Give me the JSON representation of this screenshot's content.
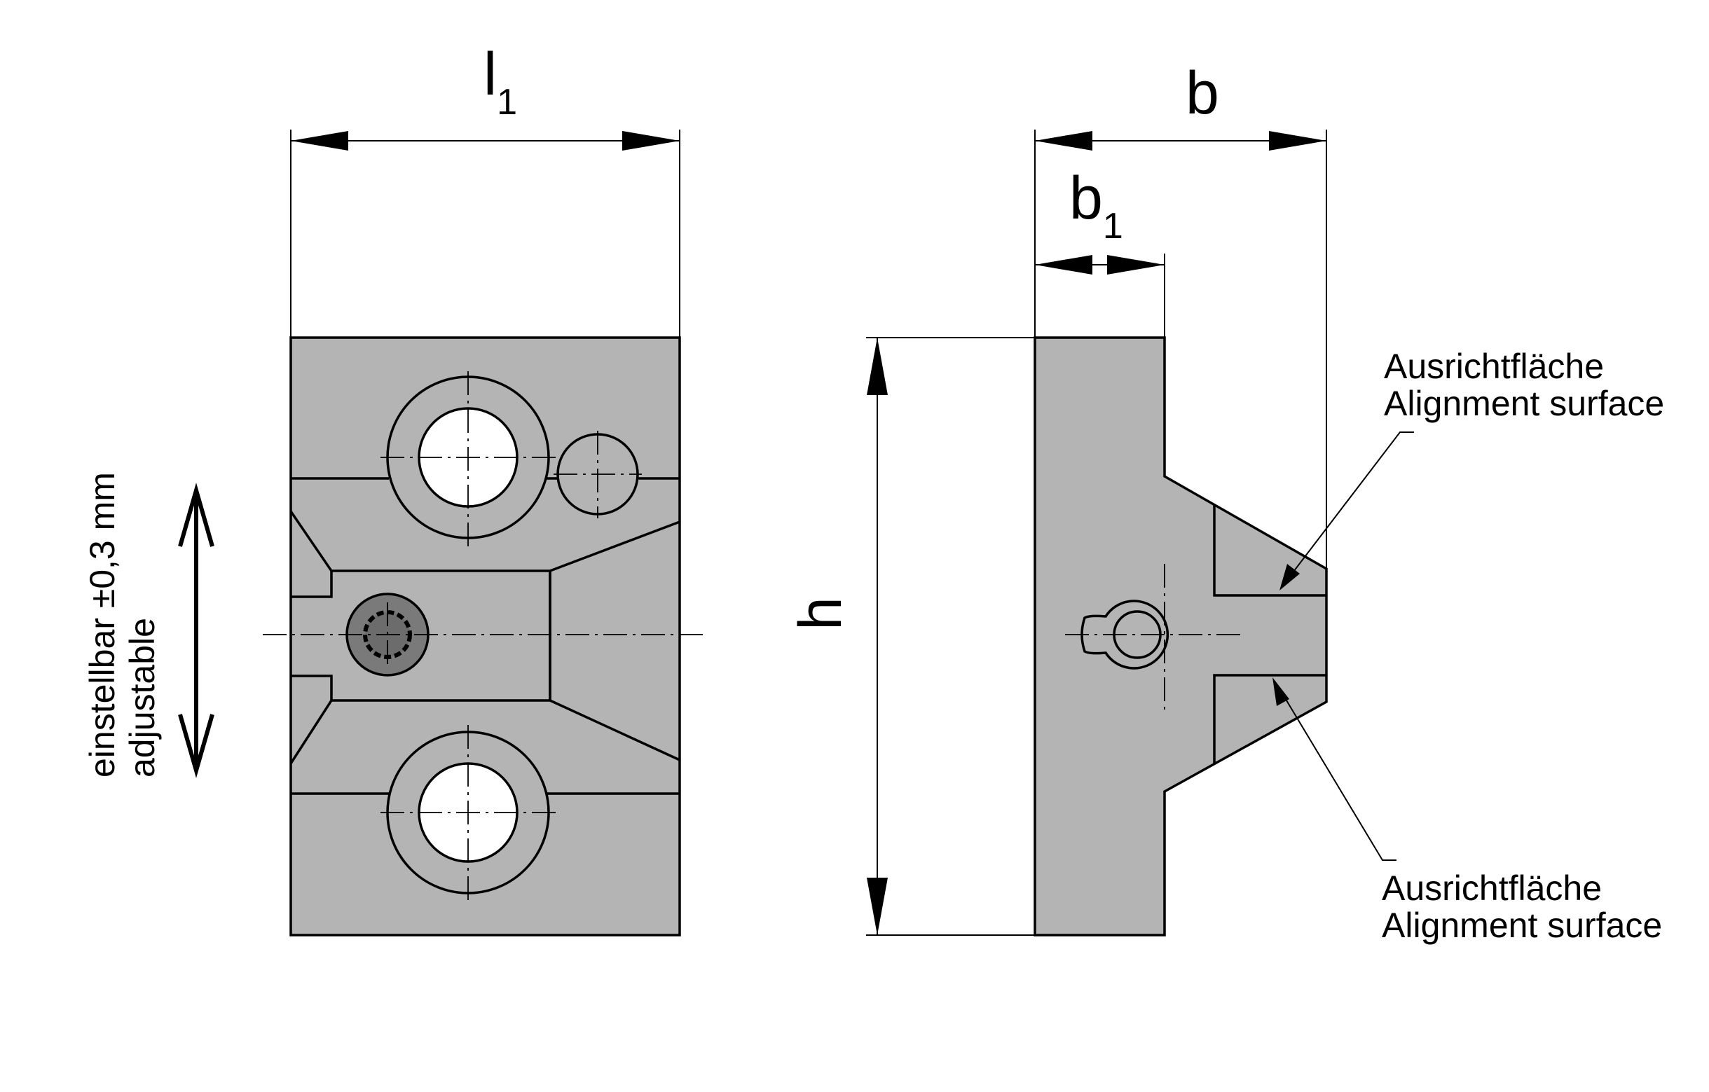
{
  "dimensions": {
    "l1": {
      "symbol": "l",
      "subscript": "1"
    },
    "b": {
      "symbol": "b"
    },
    "b1": {
      "symbol": "b",
      "subscript": "1"
    },
    "h": {
      "symbol": "h"
    }
  },
  "adjustment": {
    "line1": "einstellbar ±0,3 mm",
    "line2": "adjustable"
  },
  "callouts": {
    "upper": {
      "de": "Ausrichtfläche",
      "en": "Alignment surface"
    },
    "lower": {
      "de": "Ausrichtfläche",
      "en": "Alignment surface"
    }
  },
  "colors": {
    "part_fill": "#b4b4b4",
    "hole_fill": "#ffffff",
    "line": "#000000"
  }
}
